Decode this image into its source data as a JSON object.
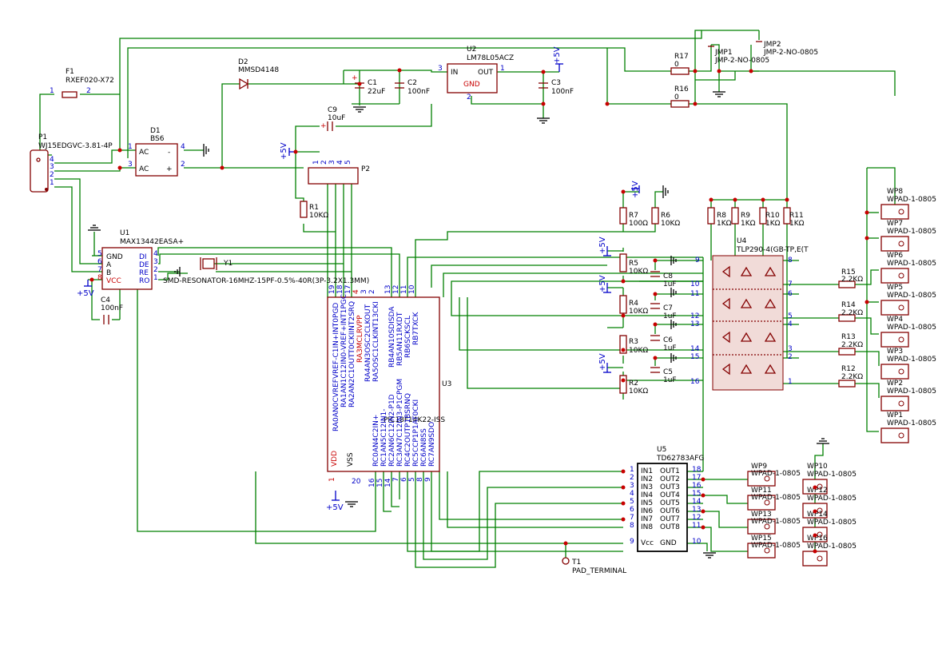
{
  "components": {
    "F1": {
      "ref": "F1",
      "value": "RXEF020-X72",
      "pins": [
        "1",
        "2"
      ]
    },
    "P1": {
      "ref": "P1",
      "value": "WJ15EDGVC-3.81-4P",
      "pins": [
        "4",
        "3",
        "2",
        "1"
      ]
    },
    "D1": {
      "ref": "D1",
      "value": "BS6",
      "labels": [
        "AC",
        "AC",
        "-",
        "+"
      ],
      "pins": [
        "1",
        "3",
        "4",
        "2"
      ]
    },
    "D2": {
      "ref": "D2",
      "value": "MMSD4148"
    },
    "C1": {
      "ref": "C1",
      "value": "22uF",
      "plus": "+"
    },
    "C2": {
      "ref": "C2",
      "value": "100nF"
    },
    "C3": {
      "ref": "C3",
      "value": "100nF"
    },
    "C9": {
      "ref": "C9",
      "value": "10uF",
      "plus": "+"
    },
    "U2": {
      "ref": "U2",
      "value": "LM78L05ACZ",
      "in": "IN",
      "out": "OUT",
      "gnd": "GND",
      "pins": [
        "3",
        "1",
        "2"
      ]
    },
    "P2": {
      "ref": "P2",
      "pins": [
        "1",
        "2",
        "3",
        "4",
        "5"
      ]
    },
    "R1": {
      "ref": "R1",
      "value": "10KΩ"
    },
    "U1": {
      "ref": "U1",
      "value": "MAX13442EASA+",
      "pins_left": [
        "GND",
        "A",
        "B",
        "VCC"
      ],
      "pins_left_num": [
        "5",
        "6",
        "7",
        "8"
      ],
      "pins_right": [
        "DI",
        "DE",
        "RE",
        "RO"
      ],
      "pins_right_num": [
        "4",
        "3",
        "2",
        "1"
      ]
    },
    "C4": {
      "ref": "C4",
      "value": "100nF"
    },
    "Y1": {
      "ref": "Y1",
      "value": "SMD-RESONATOR-16MHZ-15PF-0.5%-40R(3P-3.2X1.3MM)"
    },
    "U3": {
      "ref": "U3",
      "value": "PIC18F14K22-ISS",
      "vdd": "VDD",
      "vss": "VSS",
      "top_pins": [
        "RA0AN0CVREFVREF-C1IN+INT0PGD",
        "RA1AN1C12IN0-VREF+INT1PGC",
        "RA2AN2C1OUTT0CKIINT2SRQ",
        "RA3MCLRVPP",
        "RA4AN3OSC2CLKOUT",
        "RA5OSC1CLKINT13CKI",
        "RB4AN10SDISDA",
        "RB5AN11RXDT",
        "RB6SCKSCL",
        "RB7TXCK"
      ],
      "top_nums": [
        "19",
        "18",
        "17",
        "4",
        "3",
        "2",
        "13",
        "12",
        "11",
        "10"
      ],
      "bottom_pins": [
        "RC0AN4C2IN+",
        "RC1AN5C12IN1-",
        "RC2AN6C12IN2-P1D",
        "RC3AN7C12IN3-P1CPGM",
        "RC4C2OUTP1BSRNQ",
        "RC5CCP1P1AT0CKI",
        "RC6AN8SS",
        "RC7AN9SDO"
      ],
      "bottom_nums": [
        "16",
        "15",
        "14",
        "7",
        "6",
        "5",
        "8",
        "9"
      ],
      "vdd_num": "1",
      "vss_num": "20"
    },
    "R2": {
      "ref": "R2",
      "value": "10KΩ"
    },
    "R3": {
      "ref": "R3",
      "value": "10KΩ"
    },
    "R4": {
      "ref": "R4",
      "value": "10KΩ"
    },
    "R5": {
      "ref": "R5",
      "value": "10KΩ"
    },
    "R6": {
      "ref": "R6",
      "value": "10KΩ"
    },
    "R7": {
      "ref": "R7",
      "value": "100Ω"
    },
    "R8": {
      "ref": "R8",
      "value": "1KΩ"
    },
    "R9": {
      "ref": "R9",
      "value": "1KΩ"
    },
    "R10": {
      "ref": "R10",
      "value": "1KΩ"
    },
    "R11": {
      "ref": "R11",
      "value": "1KΩ"
    },
    "R12": {
      "ref": "R12",
      "value": "2.2KΩ"
    },
    "R13": {
      "ref": "R13",
      "value": "2.2KΩ"
    },
    "R14": {
      "ref": "R14",
      "value": "2.2KΩ"
    },
    "R15": {
      "ref": "R15",
      "value": "2.2KΩ"
    },
    "R16": {
      "ref": "R16",
      "value": "0"
    },
    "R17": {
      "ref": "R17",
      "value": "0"
    },
    "C5": {
      "ref": "C5",
      "value": "1uF"
    },
    "C6": {
      "ref": "C6",
      "value": "1uF"
    },
    "C7": {
      "ref": "C7",
      "value": "1uF"
    },
    "C8": {
      "ref": "C8",
      "value": "1uF"
    },
    "U4": {
      "ref": "U4",
      "value": "TLP290-4(GB-TP,E(T",
      "left_nums": [
        "9",
        "10",
        "11",
        "12",
        "13",
        "14",
        "15",
        "16"
      ],
      "right_nums": [
        "8",
        "7",
        "6",
        "5",
        "4",
        "3",
        "2",
        "1"
      ]
    },
    "JMP1": {
      "ref": "JMP1",
      "value": "JMP-2-NO-0805"
    },
    "JMP2": {
      "ref": "JMP2",
      "value": "JMP-2-NO-0805"
    },
    "U5": {
      "ref": "U5",
      "value": "TD62783AFG",
      "left": [
        "IN1",
        "IN2",
        "IN3",
        "IN4",
        "IN5",
        "IN6",
        "IN7",
        "IN8",
        "Vcc"
      ],
      "left_nums": [
        "1",
        "2",
        "3",
        "4",
        "5",
        "6",
        "7",
        "8",
        "9"
      ],
      "right": [
        "OUT1",
        "OUT2",
        "OUT3",
        "OUT4",
        "OUT5",
        "OUT6",
        "OUT7",
        "OUT8",
        "GND"
      ],
      "right_nums": [
        "18",
        "17",
        "16",
        "15",
        "14",
        "13",
        "12",
        "11",
        "10"
      ]
    },
    "T1": {
      "ref": "T1",
      "value": "PAD_TERMINAL"
    },
    "pads_right": [
      {
        "ref": "WP8",
        "value": "WPAD-1-0805"
      },
      {
        "ref": "WP7",
        "value": "WPAD-1-0805"
      },
      {
        "ref": "WP6",
        "value": "WPAD-1-0805"
      },
      {
        "ref": "WP5",
        "value": "WPAD-1-0805"
      },
      {
        "ref": "WP4",
        "value": "WPAD-1-0805"
      },
      {
        "ref": "WP3",
        "value": "WPAD-1-0805"
      },
      {
        "ref": "WP2",
        "value": "WPAD-1-0805"
      },
      {
        "ref": "WP1",
        "value": "WPAD-1-0805"
      }
    ],
    "pads_bottom_a": [
      {
        "ref": "WP9",
        "value": "WPAD-1-0805"
      },
      {
        "ref": "WP11",
        "value": "WPAD-1-0805"
      },
      {
        "ref": "WP13",
        "value": "WPAD-1-0805"
      },
      {
        "ref": "WP15",
        "value": "WPAD-1-0805"
      }
    ],
    "pads_bottom_b": [
      {
        "ref": "WP10",
        "value": "WPAD-1-0805"
      },
      {
        "ref": "WP12",
        "value": "WPAD-1-0805"
      },
      {
        "ref": "WP14",
        "value": "WPAD-1-0805"
      },
      {
        "ref": "WP16",
        "value": "WPAD-1-0805"
      }
    ]
  },
  "power": {
    "plus5v": "+5V"
  }
}
